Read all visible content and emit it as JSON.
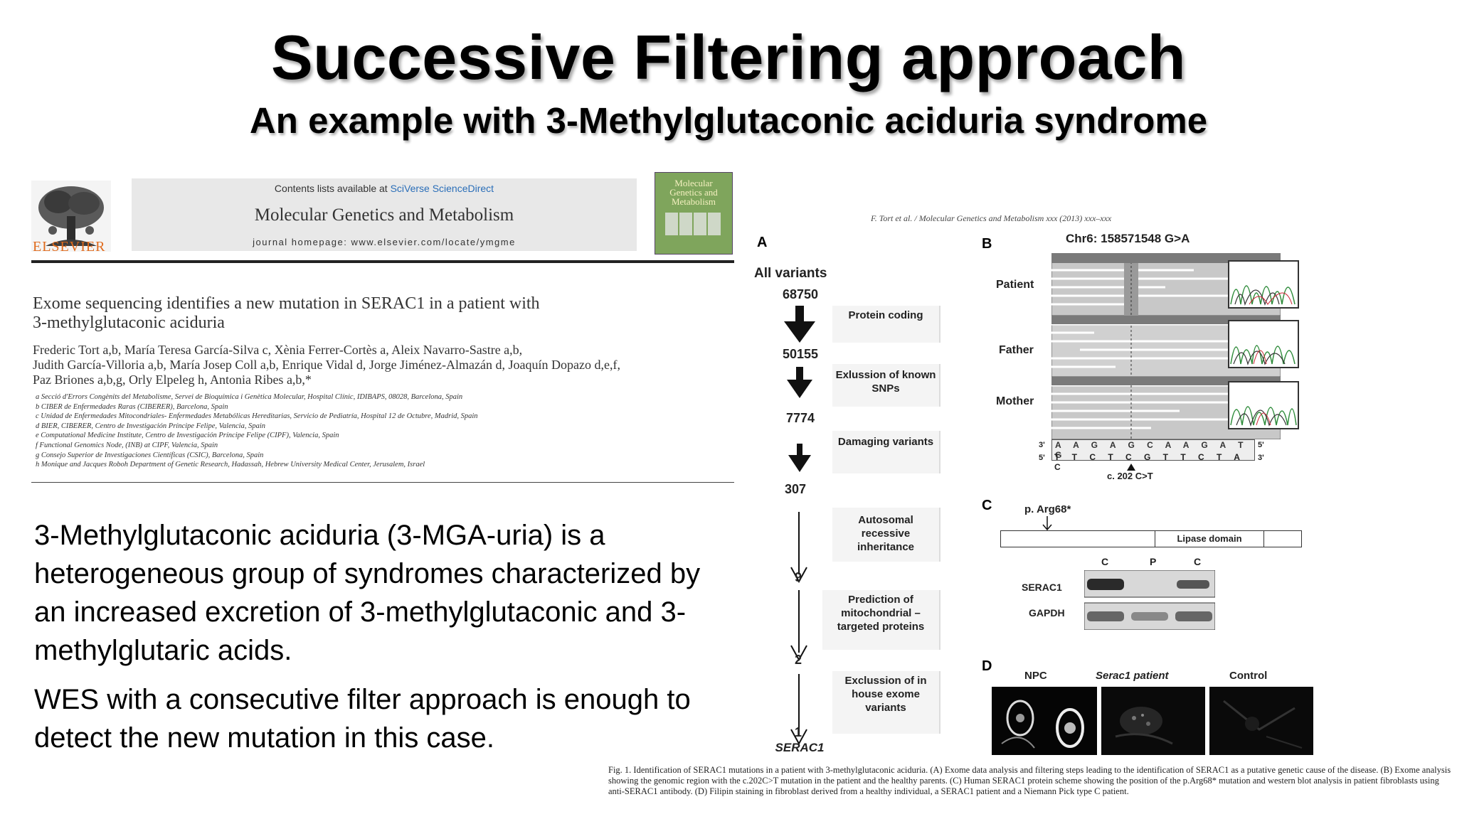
{
  "title": "Successive Filtering approach",
  "subtitle": "An example with 3-Methylglutaconic aciduria syndrome",
  "article": {
    "publisher": "ELSEVIER",
    "contents_prefix": "Contents lists available at ",
    "contents_link": "SciVerse ScienceDirect",
    "journal_name": "Molecular Genetics and Metabolism",
    "homepage": "journal homepage: www.elsevier.com/locate/ymgme",
    "cover_title": "Molecular Genetics and Metabolism",
    "title_line1": "Exome sequencing identifies a new mutation in SERAC1 in a patient with",
    "title_line2": "3-methylglutaconic aciduria",
    "authors_line1": "Frederic Tort a,b, María Teresa García-Silva c, Xènia Ferrer-Cortès a, Aleix Navarro-Sastre a,b,",
    "authors_line2": "Judith García-Villoria a,b, María Josep Coll a,b, Enrique Vidal d, Jorge Jiménez-Almazán d, Joaquín Dopazo d,e,f,",
    "authors_line3": "Paz Briones a,b,g, Orly Elpeleg h, Antonia Ribes a,b,*",
    "affiliations": [
      "a Secció d'Errors Congènits del Metabolisme, Servei de Bioquímica i Genètica Molecular, Hospital Clínic, IDIBAPS, 08028, Barcelona, Spain",
      "b CIBER de Enfermedades Raras (CIBERER), Barcelona, Spain",
      "c Unidad de Enfermedades Mitocondriales- Enfermedades Metabólicas Hereditarias, Servicio de Pediatría, Hospital 12 de Octubre, Madrid, Spain",
      "d BIER, CIBERER, Centro de Investigación Príncipe Felipe, Valencia, Spain",
      "e Computational Medicine Institute, Centro de Investigación Príncipe Felipe (CIPF), Valencia, Spain",
      "f Functional Genomics Node, (INB) at CIPF, Valencia, Spain",
      "g Consejo Superior de Investigaciones Científicas (CSIC), Barcelona, Spain",
      "h Monique and Jacques Roboh Department of Genetic Research, Hadassah, Hebrew University Medical Center, Jerusalem, Israel"
    ]
  },
  "body": {
    "para1": "3-Methylglutaconic aciduria (3-MGA-uria) is a heterogeneous group of syndromes characterized by an increased excretion of 3-methylglutaconic and 3-methylglutaric acids.",
    "para2": "WES with a consecutive filter approach is enough to detect the new mutation in this case."
  },
  "figure": {
    "header": "F. Tort et al. / Molecular Genetics and Metabolism xxx (2013) xxx–xxx",
    "panel_a": {
      "letter": "A",
      "heading": "All variants",
      "counts": [
        "68750",
        "50155",
        "7774",
        "307",
        "9",
        "2",
        "1"
      ],
      "filters": [
        "Protein coding",
        "Exlussion of known SNPs",
        "Damaging variants",
        "Autosomal recessive inheritance",
        "Prediction of mitochondrial –targeted proteins",
        "Exclussion of in house exome variants"
      ],
      "final_gene": "SERAC1"
    },
    "panel_b": {
      "letter": "B",
      "locus": "Chr6: 158571548 G>A",
      "rows": [
        "Patient",
        "Father",
        "Mother"
      ],
      "seq_top": "A A G A G C A A G A T G",
      "seq_bottom": "T T C T C G T T C T A C",
      "seq_end3": "3'",
      "seq_end5": "5'",
      "mutation": "c. 202 C>T"
    },
    "panel_c": {
      "letter": "C",
      "protein_label": "p. Arg68*",
      "domain": "Lipase domain",
      "lanes": [
        "C",
        "P",
        "C"
      ],
      "blots": [
        "SERAC1",
        "GAPDH"
      ]
    },
    "panel_d": {
      "letter": "D",
      "images": [
        "NPC",
        "Serac1 patient",
        "Control"
      ]
    },
    "caption": "Fig. 1. Identification of SERAC1 mutations in a patient with 3-methylglutaconic aciduria. (A) Exome data analysis and filtering steps leading to the identification of SERAC1 as a putative genetic cause of the disease. (B) Exome analysis showing the genomic region with the c.202C>T mutation in the patient and the healthy parents. (C) Human SERAC1 protein scheme showing the position of the p.Arg68* mutation and western blot analysis in patient fibroblasts using anti-SERAC1 antibody. (D) Filipin staining in fibroblast derived from a healthy individual, a SERAC1 patient and a Niemann Pick type C patient."
  }
}
